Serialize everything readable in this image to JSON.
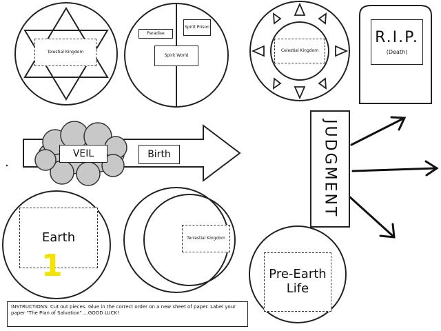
{
  "labels": {
    "telestial": "Telestial Kingdom",
    "paradise": "Paradise",
    "spirit_prison": "Spirit Prison",
    "spirit_world": "Spirit World",
    "celestial": "Celestial Kingdom",
    "rip": "R.I.P.",
    "death": "(Death)",
    "veil": "VEIL",
    "birth": "Birth",
    "judgment": "JUDGMENT",
    "earth": "Earth",
    "terrestrial": "Terrestial Kingdom",
    "pre_earth": "Pre-Earth Life"
  },
  "number_mark": "1",
  "instructions": "INSTRUCTIONS: Cut out pieces. Glue in the correct order on a new sheet of paper. Label your paper \"The Plan of Salvation\"....GOOD LUCK!",
  "colors": {
    "cloud": "#c8c8c8",
    "number_mark": "#f2e400",
    "line": "#222222"
  }
}
